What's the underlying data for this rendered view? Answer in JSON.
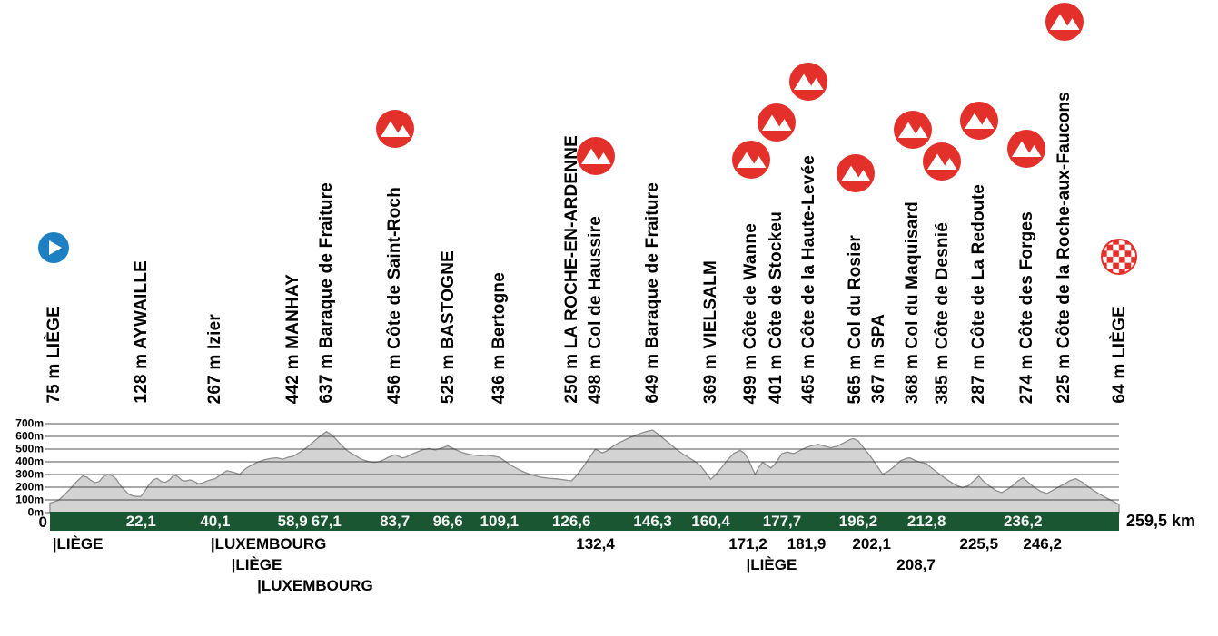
{
  "colors": {
    "climb_red": "#e3302b",
    "start_blue": "#1e7fc2",
    "bar_green": "#1a5632",
    "profile_fill": "#d3d3d3",
    "profile_stroke": "#8f8f8f",
    "gridline": "#1a1a1a",
    "km_text_on_bar": "#f2f2f2",
    "text": "#000000"
  },
  "chart_data": {
    "type": "area",
    "xlabel_unit": "km",
    "ylabel_unit": "m",
    "x_range": [
      0,
      259.5
    ],
    "y_range": [
      0,
      700
    ],
    "grid": true,
    "start_label": "0",
    "total_label": "259,5 km",
    "y_ticks": [
      {
        "label": "700m",
        "m": 700
      },
      {
        "label": "600m",
        "m": 600
      },
      {
        "label": "500m",
        "m": 500
      },
      {
        "label": "400m",
        "m": 400
      },
      {
        "label": "300m",
        "m": 300
      },
      {
        "label": "200m",
        "m": 200
      },
      {
        "label": "100m",
        "m": 100
      },
      {
        "label": "0m",
        "m": 0
      }
    ],
    "waypoints": [
      {
        "km": 0,
        "elev_label": "75 m",
        "name": "LIÈGE",
        "type": "start",
        "icon": "play",
        "icon_y": 273,
        "label_dx": 4
      },
      {
        "km": 22.1,
        "elev_label": "128 m",
        "name": "AYWAILLE",
        "type": "town",
        "km_label": "22,1",
        "km_row": 1
      },
      {
        "km": 40.1,
        "elev_label": "267 m",
        "name": "Izier",
        "type": "town",
        "km_label": "40,1",
        "km_row": 1
      },
      {
        "km": 58.9,
        "elev_label": "442 m",
        "name": "MANHAY",
        "type": "town",
        "km_label": "58,9",
        "km_row": 1
      },
      {
        "km": 67.1,
        "elev_label": "637 m",
        "name": "Baraque de Fraiture",
        "type": "town",
        "km_label": "67,1",
        "km_row": 1
      },
      {
        "km": 83.7,
        "elev_label": "456 m",
        "name": "Côte de Saint-Roch",
        "type": "climb",
        "icon": "climb",
        "icon_y": 142,
        "km_label": "83,7",
        "km_row": 1
      },
      {
        "km": 96.6,
        "elev_label": "525 m",
        "name": "BASTOGNE",
        "type": "town",
        "km_label": "96,6",
        "km_row": 1
      },
      {
        "km": 109.1,
        "elev_label": "436 m",
        "name": "Bertogne",
        "type": "town",
        "km_label": "109,1",
        "km_row": 1
      },
      {
        "km": 126.6,
        "elev_label": "250 m",
        "name": "LA ROCHE-EN-ARDENNE",
        "type": "town",
        "km_label": "126,6",
        "km_row": 1
      },
      {
        "km": 132.4,
        "elev_label": "498 m",
        "name": "Col de Haussire",
        "type": "climb",
        "icon": "climb",
        "icon_y": 172,
        "km_label": "132,4",
        "km_row": 2
      },
      {
        "km": 146.3,
        "elev_label": "649 m",
        "name": "Baraque de Fraiture",
        "type": "town",
        "km_label": "146,3",
        "km_row": 1
      },
      {
        "km": 160.4,
        "elev_label": "369 m",
        "name": "VIELSALM",
        "type": "town",
        "km_label": "160,4",
        "km_row": 1
      },
      {
        "km": 171.2,
        "elev_label": "499 m",
        "name": "Côte de Wanne",
        "type": "climb",
        "icon": "climb",
        "icon_y": 176,
        "label_dx": -5,
        "km_label": "171,2",
        "km_row": 2,
        "km_dx": -8
      },
      {
        "km": 177.7,
        "elev_label": "401 m",
        "name": "Côte de Stockeu",
        "type": "climb",
        "icon": "climb",
        "icon_y": 135,
        "label_dx": -6,
        "km_label": "177,7",
        "km_row": 1
      },
      {
        "km": 181.9,
        "elev_label": "465 m",
        "name": "Côte de la Haute-Levée",
        "type": "climb",
        "icon": "climb",
        "icon_y": 90,
        "label_dx": 10,
        "km_label": "181,9",
        "km_row": 2,
        "km_dx": 8
      },
      {
        "km": 196.2,
        "elev_label": "565 m",
        "name": "Col du Rosier",
        "type": "climb",
        "icon": "climb",
        "icon_y": 191,
        "label_dx": -3,
        "km_label": "196,2",
        "km_row": 1
      },
      {
        "km": 202.1,
        "elev_label": "367 m",
        "name": "SPA",
        "type": "town",
        "label_dx": -4,
        "km_label": "202,1",
        "km_row": 2,
        "km_dx": -12
      },
      {
        "km": 208.7,
        "elev_label": "368 m",
        "name": "Col du Maquisard",
        "type": "climb",
        "icon": "climb",
        "icon_y": 143,
        "label_dx": 3,
        "km_label": "208,7",
        "km_row": 3,
        "km_dx": 7
      },
      {
        "km": 212.8,
        "elev_label": "385 m",
        "name": "Côte de Desnié",
        "type": "climb",
        "icon": "climb",
        "icon_y": 178,
        "label_dx": 17,
        "km_label": "212,8",
        "km_row": 1
      },
      {
        "km": 225.5,
        "elev_label": "287 m",
        "name": "Côte de La Redoute",
        "type": "climb",
        "icon": "climb",
        "icon_y": 133,
        "km_label": "225,5",
        "km_row": 2
      },
      {
        "km": 236.2,
        "elev_label": "274 m",
        "name": "Côte des Forges",
        "type": "climb",
        "icon": "climb",
        "icon_y": 164,
        "label_dx": 4,
        "km_label": "236,2",
        "km_row": 1
      },
      {
        "km": 246.2,
        "elev_label": "225 m",
        "name": "Côte de la Roche-aux-Faucons",
        "type": "climb",
        "icon": "climb",
        "icon_y": 24,
        "km_label": "246,2",
        "km_row": 2,
        "km_dx": -24
      },
      {
        "km": 259.5,
        "elev_label": "64 m",
        "name": "LIÈGE",
        "type": "finish",
        "icon": "finish",
        "icon_y": 283
      }
    ],
    "province_labels": [
      {
        "text": "|LIÈGE",
        "km": 0.6,
        "row": 2
      },
      {
        "text": "|LUXEMBOURG",
        "km": 39.0,
        "row": 2
      },
      {
        "text": "|LIÈGE",
        "km": 44.0,
        "row": 3
      },
      {
        "text": "|LUXEMBOURG",
        "km": 50.3,
        "row": 4
      },
      {
        "text": "|LIÈGE",
        "km": 169.0,
        "row": 3
      }
    ],
    "profile": [
      [
        0,
        75
      ],
      [
        2,
        95
      ],
      [
        3.5,
        140
      ],
      [
        5,
        190
      ],
      [
        6.5,
        245
      ],
      [
        8,
        290
      ],
      [
        9,
        278
      ],
      [
        10,
        252
      ],
      [
        11,
        235
      ],
      [
        12,
        246
      ],
      [
        13,
        286
      ],
      [
        14,
        300
      ],
      [
        15,
        293
      ],
      [
        16,
        268
      ],
      [
        17,
        218
      ],
      [
        18,
        182
      ],
      [
        19,
        148
      ],
      [
        20,
        133
      ],
      [
        21,
        127
      ],
      [
        22.1,
        128
      ],
      [
        23,
        168
      ],
      [
        24,
        218
      ],
      [
        25,
        256
      ],
      [
        26,
        270
      ],
      [
        27,
        246
      ],
      [
        28,
        238
      ],
      [
        29,
        256
      ],
      [
        30,
        296
      ],
      [
        31,
        284
      ],
      [
        32,
        255
      ],
      [
        33,
        248
      ],
      [
        34,
        258
      ],
      [
        35,
        246
      ],
      [
        36,
        228
      ],
      [
        37,
        233
      ],
      [
        38,
        248
      ],
      [
        39,
        258
      ],
      [
        40.1,
        267
      ],
      [
        41.5,
        300
      ],
      [
        43,
        330
      ],
      [
        44.5,
        318
      ],
      [
        46,
        303
      ],
      [
        47.5,
        346
      ],
      [
        49,
        376
      ],
      [
        50.5,
        398
      ],
      [
        52,
        416
      ],
      [
        53.5,
        426
      ],
      [
        55,
        432
      ],
      [
        56.5,
        421
      ],
      [
        58,
        437
      ],
      [
        58.9,
        442
      ],
      [
        60,
        462
      ],
      [
        61.5,
        492
      ],
      [
        63,
        530
      ],
      [
        64.5,
        572
      ],
      [
        66,
        612
      ],
      [
        67.1,
        637
      ],
      [
        68,
        620
      ],
      [
        69,
        592
      ],
      [
        70,
        558
      ],
      [
        71,
        522
      ],
      [
        72,
        492
      ],
      [
        73,
        470
      ],
      [
        74,
        452
      ],
      [
        75,
        431
      ],
      [
        76,
        415
      ],
      [
        77,
        405
      ],
      [
        78,
        398
      ],
      [
        79,
        395
      ],
      [
        80,
        403
      ],
      [
        81,
        416
      ],
      [
        82,
        433
      ],
      [
        83.7,
        456
      ],
      [
        84.5,
        445
      ],
      [
        85.5,
        431
      ],
      [
        86.5,
        438
      ],
      [
        87.5,
        456
      ],
      [
        89,
        476
      ],
      [
        90.5,
        494
      ],
      [
        92,
        504
      ],
      [
        93.5,
        492
      ],
      [
        95,
        508
      ],
      [
        96.6,
        525
      ],
      [
        97.5,
        511
      ],
      [
        98.5,
        494
      ],
      [
        100,
        474
      ],
      [
        101.5,
        461
      ],
      [
        103,
        452
      ],
      [
        104.5,
        448
      ],
      [
        106,
        452
      ],
      [
        107.5,
        446
      ],
      [
        109.1,
        436
      ],
      [
        110.5,
        404
      ],
      [
        112,
        371
      ],
      [
        113.5,
        344
      ],
      [
        115,
        321
      ],
      [
        116.5,
        301
      ],
      [
        118,
        287
      ],
      [
        119.5,
        277
      ],
      [
        121,
        271
      ],
      [
        123,
        266
      ],
      [
        125,
        257
      ],
      [
        126.6,
        250
      ],
      [
        127.5,
        280
      ],
      [
        128.5,
        320
      ],
      [
        129.5,
        362
      ],
      [
        130.5,
        410
      ],
      [
        131.5,
        458
      ],
      [
        132.4,
        498
      ],
      [
        133.2,
        487
      ],
      [
        134,
        471
      ],
      [
        135,
        482
      ],
      [
        136,
        506
      ],
      [
        137,
        529
      ],
      [
        138,
        548
      ],
      [
        139,
        563
      ],
      [
        140,
        579
      ],
      [
        141,
        593
      ],
      [
        142,
        607
      ],
      [
        143,
        619
      ],
      [
        144,
        631
      ],
      [
        145,
        641
      ],
      [
        146.3,
        649
      ],
      [
        147.5,
        621
      ],
      [
        149,
        581
      ],
      [
        150.5,
        541
      ],
      [
        152,
        501
      ],
      [
        153.5,
        464
      ],
      [
        155,
        434
      ],
      [
        156.5,
        404
      ],
      [
        158,
        366
      ],
      [
        159,
        322
      ],
      [
        160.4,
        262
      ],
      [
        161.5,
        296
      ],
      [
        163,
        353
      ],
      [
        164.5,
        416
      ],
      [
        166,
        466
      ],
      [
        167.5,
        490
      ],
      [
        168.5,
        469
      ],
      [
        169.5,
        419
      ],
      [
        170.5,
        347
      ],
      [
        171.2,
        302
      ],
      [
        172,
        353
      ],
      [
        173,
        398
      ],
      [
        174,
        374
      ],
      [
        175,
        351
      ],
      [
        176,
        383
      ],
      [
        177.7,
        465
      ],
      [
        179,
        477
      ],
      [
        180.5,
        464
      ],
      [
        182,
        488
      ],
      [
        183.5,
        512
      ],
      [
        185,
        528
      ],
      [
        186.5,
        537
      ],
      [
        188,
        524
      ],
      [
        189.5,
        511
      ],
      [
        191,
        522
      ],
      [
        192.5,
        546
      ],
      [
        194,
        573
      ],
      [
        195,
        583
      ],
      [
        196.2,
        565
      ],
      [
        197.5,
        511
      ],
      [
        199,
        451
      ],
      [
        200.5,
        381
      ],
      [
        202.1,
        302
      ],
      [
        203.5,
        326
      ],
      [
        205,
        363
      ],
      [
        206.5,
        409
      ],
      [
        208,
        428
      ],
      [
        208.7,
        432
      ],
      [
        210,
        411
      ],
      [
        211.5,
        394
      ],
      [
        212.8,
        385
      ],
      [
        214,
        351
      ],
      [
        215.5,
        314
      ],
      [
        217,
        277
      ],
      [
        218.5,
        244
      ],
      [
        220,
        214
      ],
      [
        221.5,
        197
      ],
      [
        223,
        212
      ],
      [
        224.5,
        258
      ],
      [
        225.5,
        287
      ],
      [
        226.5,
        251
      ],
      [
        228,
        211
      ],
      [
        229.5,
        177
      ],
      [
        231,
        157
      ],
      [
        232.5,
        184
      ],
      [
        234,
        221
      ],
      [
        235,
        251
      ],
      [
        236.2,
        274
      ],
      [
        237.5,
        237
      ],
      [
        239,
        197
      ],
      [
        240.5,
        167
      ],
      [
        242,
        151
      ],
      [
        243.5,
        177
      ],
      [
        245,
        204
      ],
      [
        246.2,
        225
      ],
      [
        247.5,
        251
      ],
      [
        249,
        267
      ],
      [
        250.5,
        241
      ],
      [
        252,
        204
      ],
      [
        253.5,
        171
      ],
      [
        255,
        141
      ],
      [
        256.5,
        114
      ],
      [
        258,
        91
      ],
      [
        259.5,
        64
      ]
    ]
  }
}
